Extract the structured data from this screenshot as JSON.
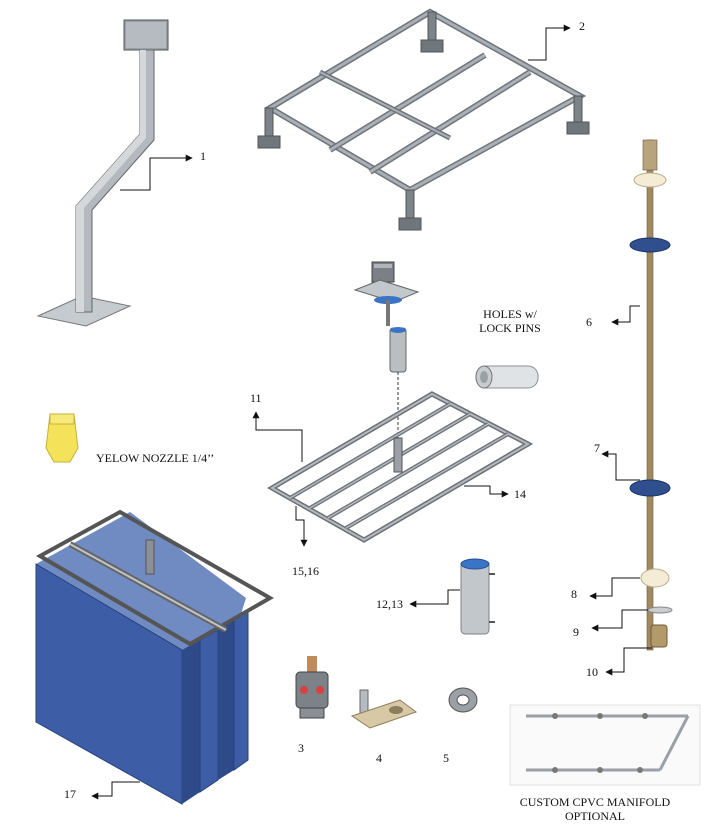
{
  "callouts": {
    "c1": "1",
    "c2": "2",
    "c3": "3",
    "c4": "4",
    "c5": "5",
    "c6": "6",
    "c7": "7",
    "c8": "8",
    "c9": "9",
    "c10": "10",
    "c11": "11",
    "c12_13": "12,13",
    "c14": "14",
    "c15_16": "15,16",
    "c17": "17"
  },
  "captions": {
    "holes_line1": "HOLES w/",
    "holes_line2": "LOCK PINS",
    "yellow_nozzle": "YELOW NOZZLE 1/4’’",
    "manifold_line1": "CUSTOM CPVC MANIFOLD",
    "manifold_line2": "OPTIONAL"
  },
  "colors": {
    "steel": "#8e959c",
    "steel_dark": "#5d6369",
    "steel_light": "#c8cdd1",
    "panel_blue": "#3d5ea6",
    "panel_blue_dark": "#26407a",
    "nozzle_yellow": "#f3e25a",
    "brass": "#b49a6a",
    "collar_blue": "#2f4f8f"
  }
}
